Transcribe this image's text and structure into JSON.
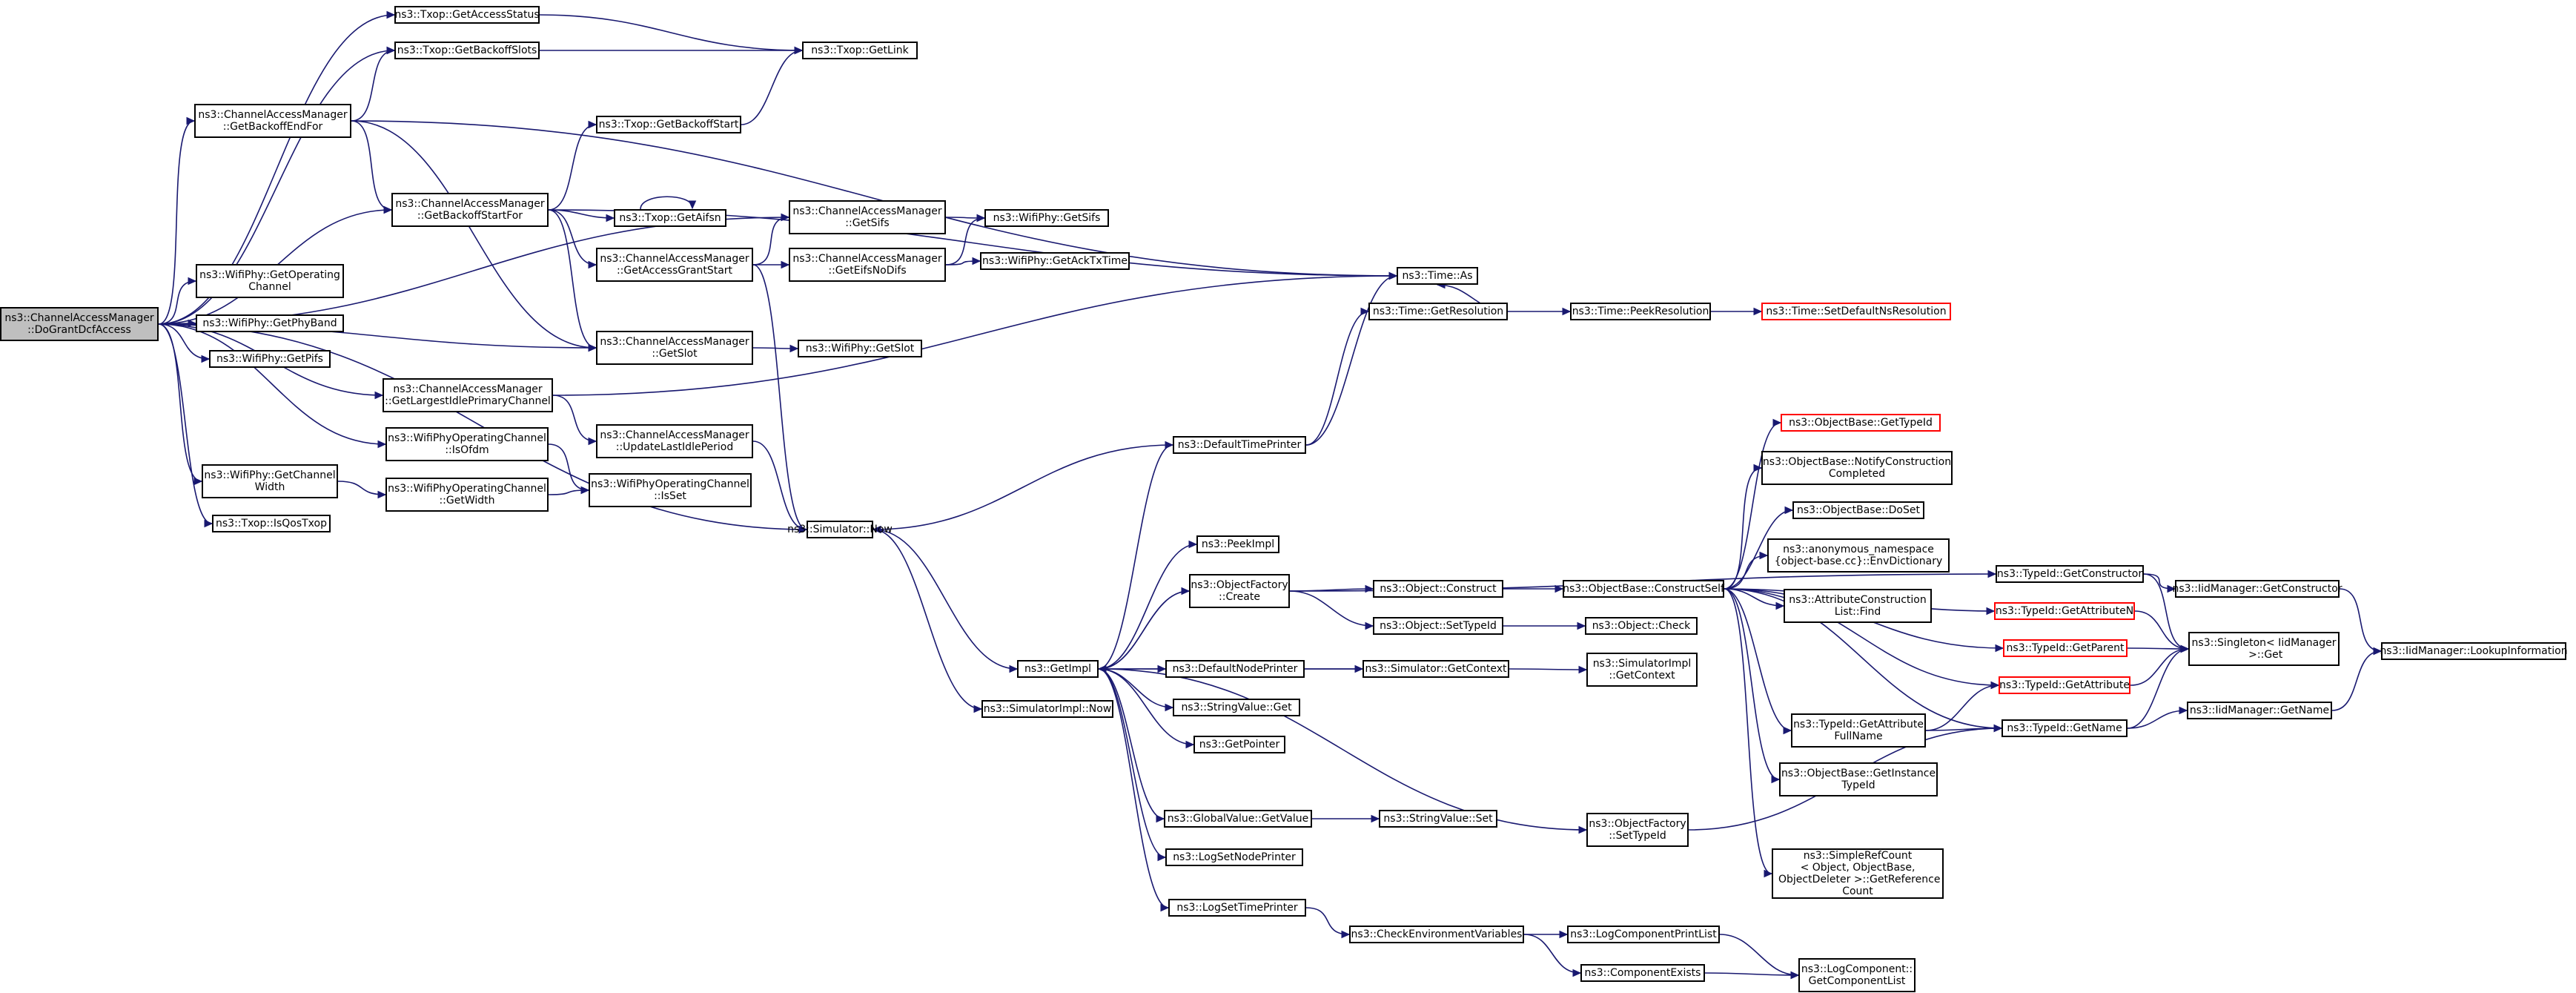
{
  "graph": {
    "edge_color": "#191970",
    "truncated_border_color": "#ff0000",
    "root_fill": "#bfbfbf",
    "nodes": [
      {
        "id": "root",
        "label": "ns3::ChannelAccessManager\n::DoGrantDcfAccess",
        "style": "root"
      },
      {
        "id": "getaccessstatus",
        "label": "ns3::Txop::GetAccessStatus"
      },
      {
        "id": "getbackoffslots",
        "label": "ns3::Txop::GetBackoffSlots"
      },
      {
        "id": "getlink",
        "label": "ns3::Txop::GetLink"
      },
      {
        "id": "getbackoffendfor",
        "label": "ns3::ChannelAccessManager\n::GetBackoffEndFor"
      },
      {
        "id": "getbackoffstart",
        "label": "ns3::Txop::GetBackoffStart"
      },
      {
        "id": "getbackoffstartfor",
        "label": "ns3::ChannelAccessManager\n::GetBackoffStartFor"
      },
      {
        "id": "getaifsn",
        "label": "ns3::Txop::GetAifsn"
      },
      {
        "id": "cam_getsifs",
        "label": "ns3::ChannelAccessManager\n::GetSifs"
      },
      {
        "id": "phy_getsifs",
        "label": "ns3::WifiPhy::GetSifs"
      },
      {
        "id": "getaccessgrantstart",
        "label": "ns3::ChannelAccessManager\n::GetAccessGrantStart"
      },
      {
        "id": "geteifsnodifs",
        "label": "ns3::ChannelAccessManager\n::GetEifsNoDifs"
      },
      {
        "id": "getacktxtime",
        "label": "ns3::WifiPhy::GetAckTxTime"
      },
      {
        "id": "getoperatingchannel",
        "label": "ns3::WifiPhy::GetOperating\nChannel"
      },
      {
        "id": "getphyband",
        "label": "ns3::WifiPhy::GetPhyBand"
      },
      {
        "id": "getpifs",
        "label": "ns3::WifiPhy::GetPifs"
      },
      {
        "id": "cam_getslot",
        "label": "ns3::ChannelAccessManager\n::GetSlot"
      },
      {
        "id": "phy_getslot",
        "label": "ns3::WifiPhy::GetSlot"
      },
      {
        "id": "timeas",
        "label": "ns3::Time::As"
      },
      {
        "id": "getresolution",
        "label": "ns3::Time::GetResolution"
      },
      {
        "id": "peekresolution",
        "label": "ns3::Time::PeekResolution"
      },
      {
        "id": "setdefaultnsres",
        "label": "ns3::Time::SetDefaultNsResolution",
        "style": "red"
      },
      {
        "id": "getlargestidle",
        "label": "ns3::ChannelAccessManager\n::GetLargestIdlePrimaryChannel"
      },
      {
        "id": "updatelastidle",
        "label": "ns3::ChannelAccessManager\n::UpdateLastIdlePeriod"
      },
      {
        "id": "isofdm",
        "label": "ns3::WifiPhyOperatingChannel\n::IsOfdm"
      },
      {
        "id": "getchannelwidth",
        "label": "ns3::WifiPhy::GetChannel\nWidth"
      },
      {
        "id": "getwidth",
        "label": "ns3::WifiPhyOperatingChannel\n::GetWidth"
      },
      {
        "id": "isset",
        "label": "ns3::WifiPhyOperatingChannel\n::IsSet"
      },
      {
        "id": "isqostxop",
        "label": "ns3::Txop::IsQosTxop"
      },
      {
        "id": "simnow",
        "label": "ns3::Simulator::Now"
      },
      {
        "id": "simimplnow",
        "label": "ns3::SimulatorImpl::Now"
      },
      {
        "id": "defaulttimeprinter",
        "label": "ns3::DefaultTimePrinter"
      },
      {
        "id": "peekimpl",
        "label": "ns3::PeekImpl"
      },
      {
        "id": "ofcreate",
        "label": "ns3::ObjectFactory\n::Create"
      },
      {
        "id": "getimpl",
        "label": "ns3::GetImpl"
      },
      {
        "id": "defaultnodeprinter",
        "label": "ns3::DefaultNodePrinter"
      },
      {
        "id": "stringvalueget",
        "label": "ns3::StringValue::Get"
      },
      {
        "id": "getpointer",
        "label": "ns3::GetPointer"
      },
      {
        "id": "globalvaluegetvalue",
        "label": "ns3::GlobalValue::GetValue"
      },
      {
        "id": "logsetnodeprinter",
        "label": "ns3::LogSetNodePrinter"
      },
      {
        "id": "logsettimeprinter",
        "label": "ns3::LogSetTimePrinter"
      },
      {
        "id": "objconstruct",
        "label": "ns3::Object::Construct"
      },
      {
        "id": "objsettypeid",
        "label": "ns3::Object::SetTypeId"
      },
      {
        "id": "simgetcontext",
        "label": "ns3::Simulator::GetContext"
      },
      {
        "id": "stringvalueset",
        "label": "ns3::StringValue::Set"
      },
      {
        "id": "ofsettypeid",
        "label": "ns3::ObjectFactory\n::SetTypeId"
      },
      {
        "id": "checkenv",
        "label": "ns3::CheckEnvironmentVariables"
      },
      {
        "id": "constructself",
        "label": "ns3::ObjectBase::ConstructSelf"
      },
      {
        "id": "objcheck",
        "label": "ns3::Object::Check"
      },
      {
        "id": "simimplgetcontext",
        "label": "ns3::SimulatorImpl\n::GetContext"
      },
      {
        "id": "logcompprintlist",
        "label": "ns3::LogComponentPrintList"
      },
      {
        "id": "componentexists",
        "label": "ns3::ComponentExists"
      },
      {
        "id": "objbasegettypeid",
        "label": "ns3::ObjectBase::GetTypeId",
        "style": "red"
      },
      {
        "id": "notifyconstruction",
        "label": "ns3::ObjectBase::NotifyConstruction\nCompleted"
      },
      {
        "id": "doset",
        "label": "ns3::ObjectBase::DoSet"
      },
      {
        "id": "envdictionary",
        "label": "ns3::anonymous_namespace\n{object-base.cc}::EnvDictionary"
      },
      {
        "id": "attrconstlistfind",
        "label": "ns3::AttributeConstruction\nList::Find"
      },
      {
        "id": "gettypeidattrfullname",
        "label": "ns3::TypeId::GetAttribute\nFullName"
      },
      {
        "id": "getinstancetypeid",
        "label": "ns3::ObjectBase::GetInstance\nTypeId"
      },
      {
        "id": "simplerefcount",
        "label": "ns3::SimpleRefCount\n< Object, ObjectBase,\n ObjectDeleter >::GetReference\nCount"
      },
      {
        "id": "logcomponentgetlist",
        "label": "ns3::LogComponent::\nGetComponentList"
      },
      {
        "id": "typeidgetconstructor",
        "label": "ns3::TypeId::GetConstructor"
      },
      {
        "id": "typeidgetattributen",
        "label": "ns3::TypeId::GetAttributeN",
        "style": "red"
      },
      {
        "id": "typeidgetparent",
        "label": "ns3::TypeId::GetParent",
        "style": "red"
      },
      {
        "id": "typeidgetattribute",
        "label": "ns3::TypeId::GetAttribute",
        "style": "red"
      },
      {
        "id": "typeidgetname",
        "label": "ns3::TypeId::GetName"
      },
      {
        "id": "iidgetconstructor",
        "label": "ns3::IidManager::GetConstructor"
      },
      {
        "id": "singletonget",
        "label": "ns3::Singleton< IidManager\n >::Get"
      },
      {
        "id": "iidgetname",
        "label": "ns3::IidManager::GetName"
      },
      {
        "id": "iidlookupinfo",
        "label": "ns3::IidManager::LookupInformation"
      }
    ]
  }
}
